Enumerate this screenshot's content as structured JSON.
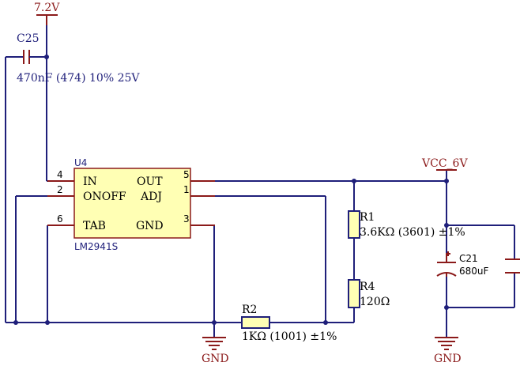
{
  "power": {
    "vin_label": "7.2V",
    "vcc_label": "VCC_6V",
    "gnd_left_label": "GND",
    "gnd_right_label": "GND"
  },
  "c25": {
    "designator": "C25",
    "value": "470nF (474) 10% 25V"
  },
  "u4": {
    "designator": "U4",
    "part": "LM2941S",
    "pins": [
      {
        "number": "4",
        "name": "IN"
      },
      {
        "number": "2",
        "name": "ONOFF"
      },
      {
        "number": "6",
        "name": "TAB"
      },
      {
        "number": "5",
        "name": "OUT"
      },
      {
        "number": "1",
        "name": "ADJ"
      },
      {
        "number": "3",
        "name": "GND"
      }
    ]
  },
  "r1": {
    "designator": "R1",
    "value": "3.6KΩ (3601) ±1%"
  },
  "r4": {
    "designator": "R4",
    "value": "120Ω"
  },
  "r2": {
    "designator": "R2",
    "value": "1KΩ (1001) ±1%"
  },
  "c21": {
    "designator": "C21",
    "value": "680uF"
  }
}
